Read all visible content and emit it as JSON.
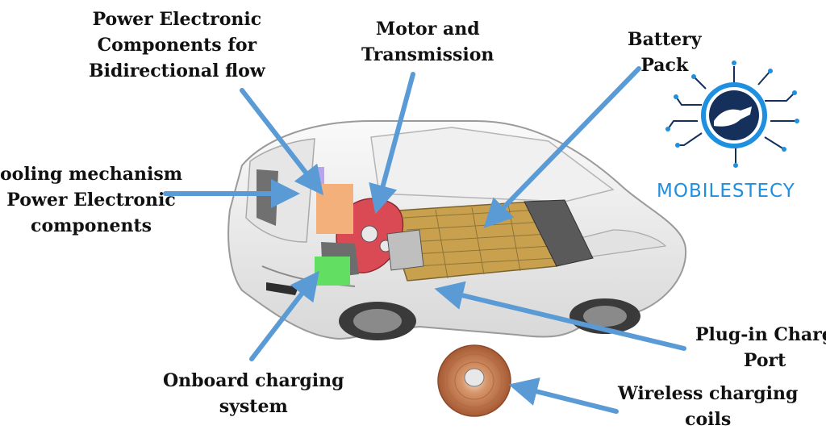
{
  "labels": {
    "power_electronics_bidirectional": [
      "Power Electronic",
      "Components for",
      "Bidirectional flow"
    ],
    "motor_transmission": [
      "Motor and",
      "Transmission"
    ],
    "battery_pack": [
      "Battery",
      "Pack"
    ],
    "cooling_mechanism": [
      "ooling mechanism",
      "Power Electronic",
      "components"
    ],
    "onboard_charging": [
      "Onboard charging",
      "system"
    ],
    "plug_in_port": [
      "Plug-in Charg",
      "Port"
    ],
    "wireless_coils": [
      "Wireless charging",
      "coils"
    ]
  },
  "logo": {
    "text": "MOBILESTECY"
  },
  "colors": {
    "arrow": "#5b9bd5",
    "logo_blue": "#1f8fe0",
    "logo_dark": "#16305c",
    "battery": "#d9b25a",
    "motor": "#d94a55",
    "power_box_orange": "#f3b07a",
    "power_box_purple": "#b9a4ee",
    "onboard_box_green": "#62df62",
    "coil": "#c98255"
  }
}
